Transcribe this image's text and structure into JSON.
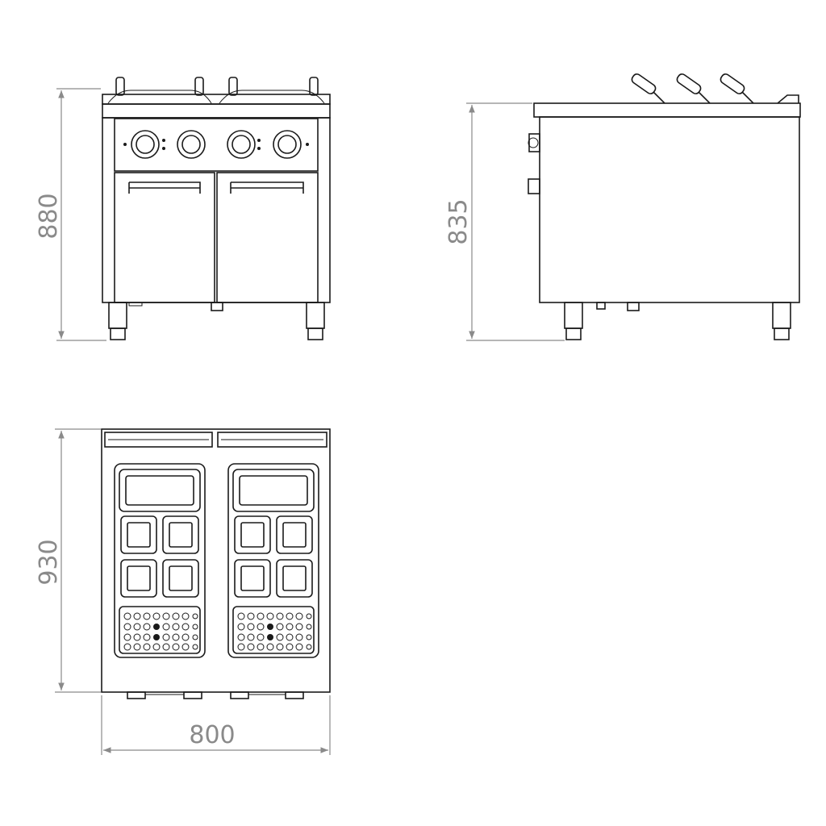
{
  "drawing": {
    "front_view": {
      "height_label": "880"
    },
    "side_view": {
      "height_label": "835"
    },
    "top_view": {
      "depth_label": "930",
      "width_label": "800"
    }
  },
  "colors": {
    "line": "#1a1a1a",
    "dimension": "#8a8a8a",
    "background": "#ffffff"
  }
}
